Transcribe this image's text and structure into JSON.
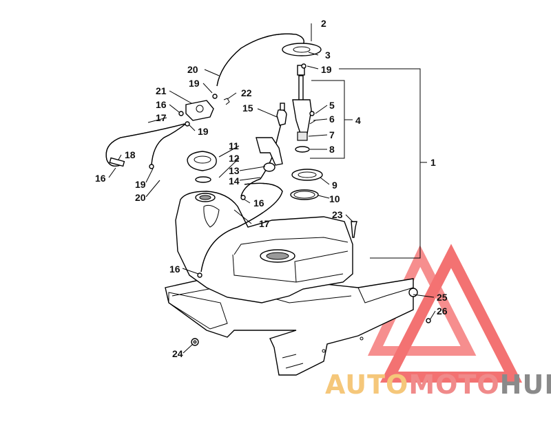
{
  "diagram": {
    "callouts": [
      "1",
      "2",
      "3",
      "19",
      "20",
      "19",
      "22",
      "21",
      "16",
      "17",
      "19",
      "15",
      "5",
      "6",
      "4",
      "7",
      "8",
      "11",
      "12",
      "13",
      "14",
      "18",
      "16",
      "19",
      "20",
      "16",
      "17",
      "9",
      "10",
      "23",
      "16",
      "25",
      "26",
      "24"
    ]
  },
  "watermark": {
    "brand": "AUTOMOTOHUB",
    "part_auto": "AUTO",
    "part_moto": "MOTO",
    "part_hub": "HUB",
    "colors": {
      "auto": "#f5c77a",
      "moto": "#f08a8a",
      "hub": "#8a8a8a",
      "triangle": "#f25a5a"
    }
  }
}
